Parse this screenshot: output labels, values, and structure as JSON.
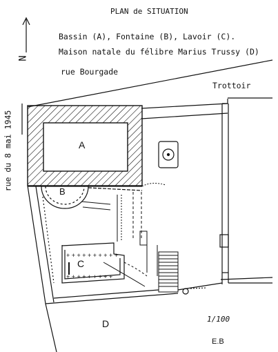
{
  "plan": {
    "title": "PLAN de SITUATION",
    "legend_line1": "Bassin (A), Fontaine (B), Lavoir (C).",
    "legend_line2": "Maison natale du félibre Marius Trussy (D)",
    "street_top": "rue Bourgade",
    "sidewalk": "Trottoir",
    "street_side": "rue du 8 mai 1945",
    "north": "N",
    "scale": "1/100",
    "initials": "E.B"
  },
  "labels": {
    "a": "A",
    "b": "B",
    "c": "C",
    "d": "D"
  },
  "colors": {
    "ink": "#111111",
    "paper": "#ffffff"
  }
}
